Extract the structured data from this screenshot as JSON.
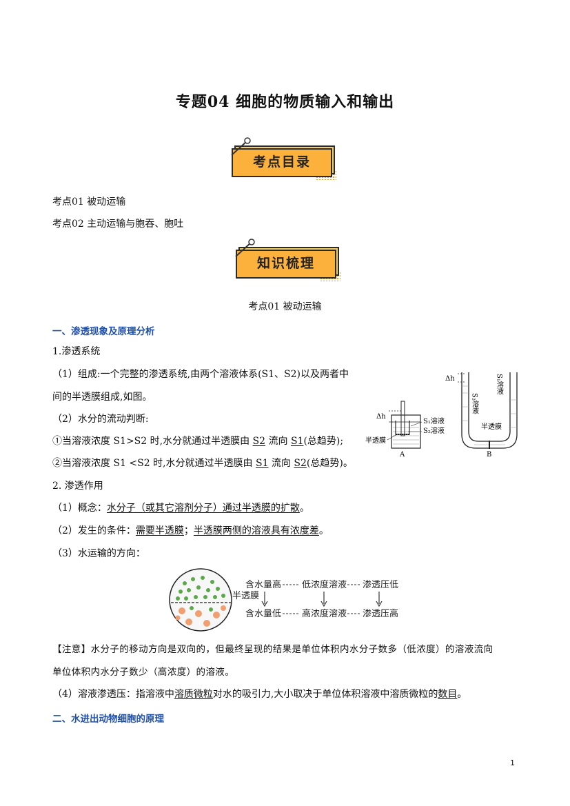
{
  "title": "专题04   细胞的物质输入和输出",
  "banner1": "考点目录",
  "toc": [
    "考点01  被动运输",
    "考点02  主动运输与胞吞、胞吐"
  ],
  "banner2": "知识梳理",
  "section_title": "考点01  被动运输",
  "h1": "一、渗透现象及原理分析",
  "p1": "1.渗透系统",
  "p2a": "（1）组成:一个完整的渗透系统,由两个溶液体系(S1、S2)以及两者中",
  "p2b": "间的半透膜组成,如图。",
  "p3": "（2）水分的流动判断:",
  "p4": {
    "pre": "①当溶液浓度 S1>S2 时,水分就通过半透膜由 ",
    "u1": "S2",
    "mid": " 流向 ",
    "u2": "S1",
    "post": "(总趋势);"
  },
  "p5": {
    "pre": "②当溶液浓度 S1 <S2 时,水分就通过半透膜由 ",
    "u1": "S1",
    "mid": " 流向 ",
    "u2": "S2",
    "post": "(总趋势)。"
  },
  "p6": "2.  渗透作用",
  "p7": {
    "pre": "（1）概念：",
    "u1": "水分子（或其它溶剂分子）通过半透膜的扩散",
    "post": "。"
  },
  "p8": {
    "pre": "（2）发生的条件：",
    "u1": "需要半透膜",
    "mid": "；",
    "u2": "半透膜两侧的溶液具有浓度差",
    "post": "。"
  },
  "p9": "（3）水运输的方向：",
  "fig1": {
    "delta": "Δh",
    "s1": "S₁溶液",
    "s2": "S₂溶液",
    "membrane": "半透膜",
    "A": "A",
    "B_delta": "Δh",
    "B_s2": "S₂溶液",
    "B_s1": "S₁溶液",
    "B_membrane": "半透膜",
    "B": "B"
  },
  "fig2": {
    "membrane": "半透膜",
    "top": [
      "含水量高",
      "低浓度溶液",
      "渗透压低"
    ],
    "bottom": [
      "含水量低",
      "高浓度溶液",
      "渗透压高"
    ]
  },
  "note1": "【注意】水分子的移动方向是双向的，但最终呈现的结果是单位体积内水分子数多（低浓度）的溶液流向",
  "note2": "单位体积内水分子数少（高浓度）的溶液。",
  "p10": {
    "pre": "（4）溶液渗透压：指溶液中",
    "u1": "溶质微粒",
    "mid": "对水的吸引力,大小取决于单位体积溶液中溶质微粒的",
    "u2": "数目",
    "post": "。"
  },
  "h2": "二、水进出动物细胞的原理",
  "page_number": "1"
}
